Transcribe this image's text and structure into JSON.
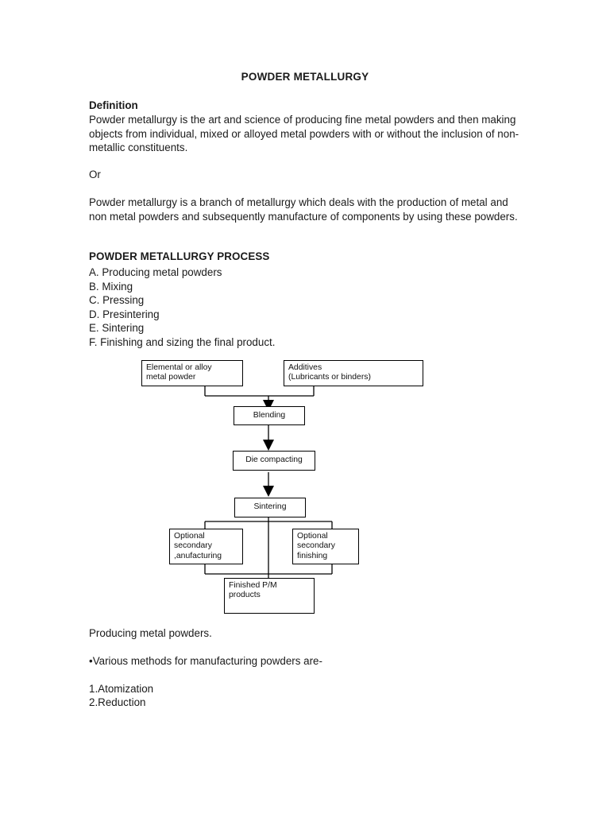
{
  "document": {
    "title": "POWDER METALLURGY",
    "definition_heading": "Definition",
    "definition_text": "Powder metallurgy is the art and science of producing fine metal powders and then making objects from individual, mixed or alloyed metal powders with or without the inclusion of non-metallic constituents.",
    "or_label": "Or",
    "alternate_definition": "Powder metallurgy is a branch of metallurgy which deals with the production of metal and non metal powders and subsequently manufacture of components by using these powders.",
    "process_heading": "POWDER METALLURGY PROCESS",
    "process_steps": [
      "A. Producing metal powders",
      "B. Mixing",
      "C. Pressing",
      "D. Presintering",
      "E. Sintering",
      "F. Finishing and sizing the final product."
    ],
    "closing": {
      "line1": "Producing metal powders.",
      "line2": "•Various methods for manufacturing powders are-",
      "methods": [
        "1.Atomization",
        "2.Reduction"
      ]
    }
  },
  "flowchart": {
    "boxes": {
      "elemental": "Elemental or alloy\nmetal powder",
      "additives": "Additives\n(Lubricants or binders)",
      "blending": "Blending",
      "die_compacting": "Die compacting",
      "sintering": "Sintering",
      "optional_manufacturing": "Optional\nsecondary\n,anufacturing",
      "optional_finishing": "Optional\nsecondary\nfinishing",
      "finished": "Finished P/M\nproducts"
    }
  },
  "colors": {
    "page_background": "#ffffff",
    "text": "#1a1a1a",
    "line": "#000000"
  }
}
